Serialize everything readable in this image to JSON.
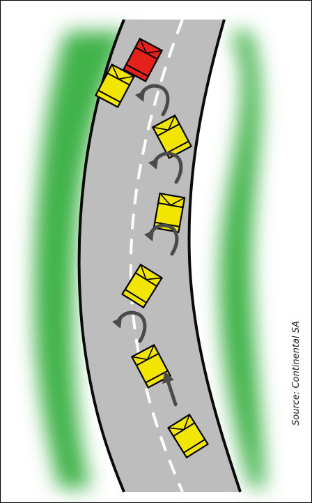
{
  "source_credit": "Source: Continental SA",
  "colors": {
    "grass": "#3fb24a",
    "road": "#bdbdbe",
    "road_edge": "#0a0a0a",
    "lane_marking": "#ffffff",
    "car_normal": "#f2e500",
    "car_skidding": "#e4211b",
    "arrow": "#4a4a4a",
    "border": "#000000"
  },
  "diagram": {
    "cars": [
      {
        "state": "normal"
      },
      {
        "state": "normal"
      },
      {
        "state": "normal"
      },
      {
        "state": "normal"
      },
      {
        "state": "normal"
      },
      {
        "state": "normal"
      },
      {
        "state": "normal"
      },
      {
        "state": "skidding"
      }
    ],
    "arrows": [
      {
        "kind": "straight"
      },
      {
        "kind": "u-turn"
      },
      {
        "kind": "u-turn"
      },
      {
        "kind": "u-turn"
      },
      {
        "kind": "u-turn"
      }
    ]
  }
}
